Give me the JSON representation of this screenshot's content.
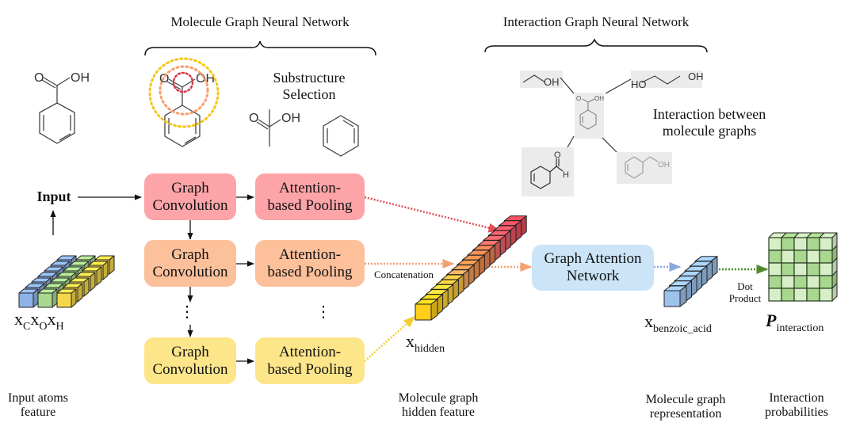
{
  "sections": {
    "molecule_gnn": "Molecule Graph Neural Network",
    "interaction_gnn": "Interaction Graph Neural Network"
  },
  "annotations": {
    "substructure": "Substructure\nSelection",
    "interaction_between": "Interaction between\nmolecule graphs",
    "concatenation": "Concatenation",
    "dot_product": "Dot\nProduct"
  },
  "input_label": "Input",
  "atom_features": [
    {
      "base": "x",
      "sub": "C",
      "color": "#8fb3e6"
    },
    {
      "base": "x",
      "sub": "O",
      "color": "#a8d88f"
    },
    {
      "base": "x",
      "sub": "H",
      "color": "#f5d84a"
    }
  ],
  "blocks": [
    {
      "conv": "Graph\nConvolution",
      "pool": "Attention-\nbased Pooling",
      "color": "#fda4a8"
    },
    {
      "conv": "Graph\nConvolution",
      "pool": "Attention-\nbased Pooling",
      "color": "#fcc09a"
    },
    {
      "conv": "Graph\nConvolution",
      "pool": "Attention-\nbased Pooling",
      "color": "#fde58a"
    }
  ],
  "ellipsis": "⋮",
  "gat_label": "Graph Attention\nNetwork",
  "gat_color": "#cbe4f7",
  "vectors": {
    "hidden": {
      "base": "x",
      "sub": "hidden"
    },
    "benzoic": {
      "base": "x",
      "sub": "benzoic_acid"
    },
    "interaction": {
      "base": "P",
      "sub": "interaction"
    }
  },
  "molecules": {
    "input": "benzoic acid",
    "labels": {
      "O": "O",
      "OH": "OH",
      "HO": "HO",
      "H": "H"
    },
    "neighbors": [
      "ethanol",
      "ethylene glycol",
      "benzaldehyde",
      "benzyl alcohol"
    ]
  },
  "bottom_labels": {
    "input_atoms": "Input atoms\nfeature",
    "hidden_feature": "Molecule graph\nhidden feature",
    "representation": "Molecule graph\nrepresentation",
    "probabilities": "Interaction\nprobabilities"
  },
  "colors": {
    "red_arrow": "#e0505a",
    "orange_arrow": "#f5a070",
    "yellow_arrow": "#f5cc30",
    "blue_arrow": "#8aa8e0",
    "green_arrow": "#4e8a2e",
    "matrix_light": "#d6efc6",
    "matrix_dark": "#a8d88f"
  },
  "matrix_pattern": [
    [
      0,
      1,
      0,
      1,
      0
    ],
    [
      1,
      0,
      1,
      0,
      1
    ],
    [
      0,
      1,
      0,
      1,
      0
    ],
    [
      1,
      0,
      1,
      0,
      1
    ],
    [
      0,
      1,
      0,
      1,
      0
    ]
  ]
}
